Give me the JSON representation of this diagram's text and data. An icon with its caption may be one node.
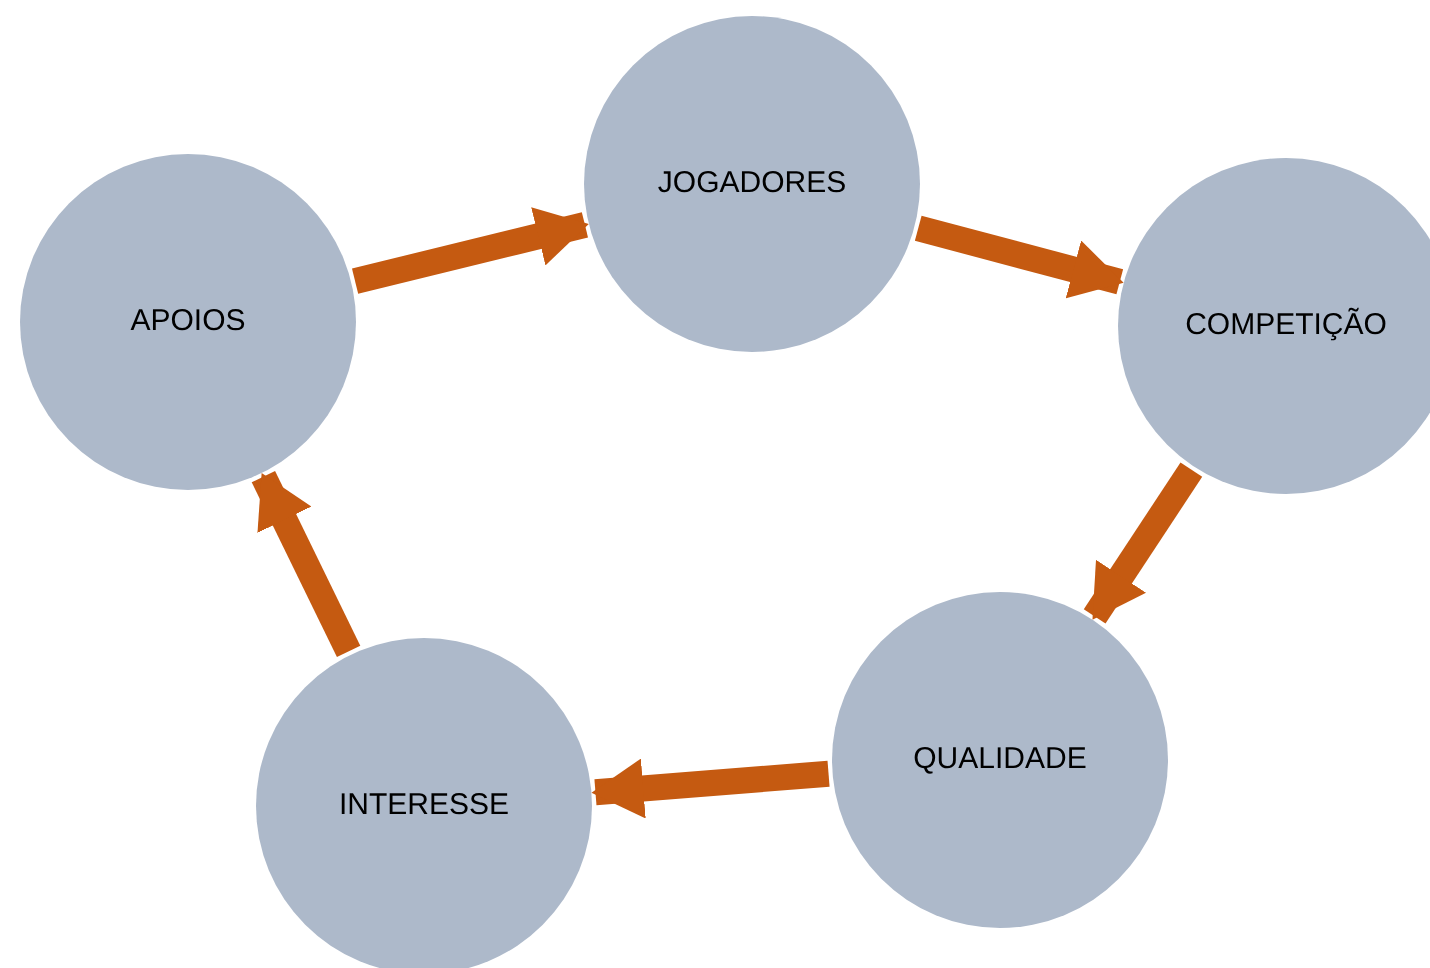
{
  "diagram": {
    "nodes": [
      {
        "text": [
          "APOIOS"
        ]
      },
      {
        "text": [
          "JOGADORES"
        ]
      },
      {
        "text": [
          "COMPETIÇÃO"
        ]
      },
      {
        "text": [
          "QUALIDADE"
        ]
      },
      {
        "text": [
          "INTERESSE"
        ]
      }
    ],
    "edges": [
      {
        "from": 0,
        "to": 1,
        "arrow": "to"
      },
      {
        "from": 1,
        "to": 2,
        "arrow": "to"
      },
      {
        "from": 2,
        "to": 3,
        "arrow": "to"
      },
      {
        "from": 3,
        "to": 4,
        "arrow": "to"
      },
      {
        "from": 4,
        "to": 0,
        "arrow": "to"
      }
    ]
  }
}
